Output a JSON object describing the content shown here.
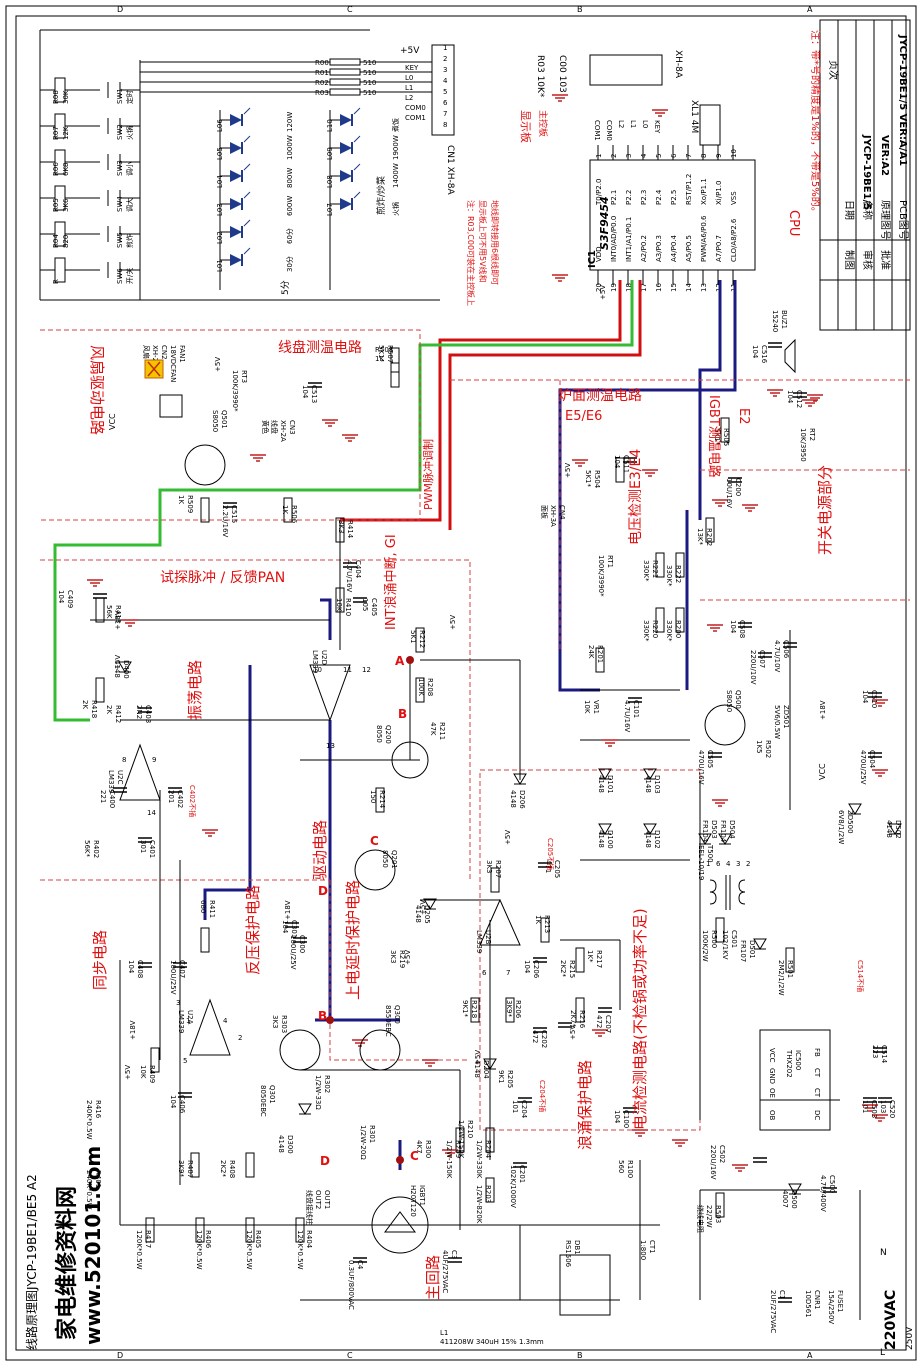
{
  "document": {
    "sheet_title": "线路原理图JYCP-19BE1/BE5  A2",
    "brand": "家电维修资料网",
    "website": "www.520101.com",
    "zones_top": [
      "D",
      "C",
      "B",
      "A"
    ],
    "zones_bottom": [
      "D",
      "C",
      "B",
      "A"
    ]
  },
  "title_block": {
    "note": "注：带*号的精度是1%的，不带是5%的。",
    "page_label": "页次",
    "date_label": "日期",
    "name_label": "名称",
    "name_value": "JYCP-19BE1/5",
    "schematic_no_label": "原理图号",
    "schematic_no_value": "VER:A2",
    "pcb_no_label": "PCB图号",
    "pcb_no_value": "JYCP-19BE1/5 VER:A/A1",
    "drawn_label": "制图",
    "checked_label": "审核",
    "approved_label": "批准"
  },
  "sections": {
    "fan": "风扇驱动电路",
    "coil_temp": "线盘测温电路",
    "hob_temp": "炉面测温电路",
    "hob_temp_sub": "E5/E6",
    "igbt_temp": "IGBT测温电路",
    "igbt_temp_sub": "E2",
    "voltage_detect": "电压检测E3/E4",
    "smps": "开关电源部分",
    "probe_pulse": "试探脉冲 / 反馈PAN",
    "pwm": "PWM脉冲调制",
    "int_surge": "INT浪涌中断, GI",
    "oscillator": "振荡电路",
    "sync": "同步电路",
    "driver": "驱动电路",
    "overvolt": "反压保护电路",
    "power_on_delay": "上电延时保护电路",
    "surge_protect": "浪涌保护电路",
    "current_detect": "电流检测电路(不检锅或功率不足)",
    "main_loop": "主回路",
    "cpu": "CPU",
    "display_board": "显示板",
    "main_board": "主控板"
  },
  "display": {
    "connector": "CN1 XH-8A",
    "connector_pins": [
      "1",
      "2",
      "3",
      "4",
      "5",
      "6",
      "7",
      "8"
    ],
    "connector_signals": [
      "KEY",
      "L0",
      "L1",
      "L2",
      "COM0",
      "COM1"
    ],
    "vcc": "+5V",
    "key_resistors": [
      {
        "ref": "R08",
        "value": "30K",
        "switch": "SW1",
        "label": "定时"
      },
      {
        "ref": "R07",
        "value": "12K",
        "switch": "SW2",
        "label": "火锅"
      },
      {
        "ref": "R06",
        "value": "6K8",
        "switch": "SW3",
        "label": "调小"
      },
      {
        "ref": "R05",
        "value": "3K6",
        "switch": "SW4",
        "label": "调大"
      },
      {
        "ref": "R04",
        "value": "820",
        "switch": "SW5",
        "label": "煎炸"
      },
      {
        "ref": "R",
        "value": "",
        "switch": "SW6",
        "label": "开/关"
      }
    ],
    "series_resistors": [
      {
        "ref": "R00",
        "value": "510"
      },
      {
        "ref": "R01",
        "value": "510"
      },
      {
        "ref": "R02",
        "value": "510"
      },
      {
        "ref": "R03",
        "value": "510"
      }
    ],
    "leds_a": [
      {
        "ref": "L06",
        "label": "120W"
      },
      {
        "ref": "L05",
        "label": "1000W"
      },
      {
        "ref": "L04",
        "label": "800W"
      },
      {
        "ref": "L03",
        "label": "600W"
      },
      {
        "ref": "L02",
        "label": "60分"
      },
      {
        "ref": "L01",
        "label": "30分"
      }
    ],
    "leds_b": [
      {
        "ref": "L10",
        "label": "煮饭"
      },
      {
        "ref": "L09",
        "label": "1900W"
      },
      {
        "ref": "L08",
        "label": "1400W"
      },
      {
        "ref": "L07",
        "label": "火锅"
      }
    ],
    "led_col_label_a": "5分",
    "led_col_label_b": "煎炸/炒菜",
    "notes": [
      "注：R03,C00可装在主控板上",
      "显示板上可不用5V线和",
      "地线即转接用6根线即可"
    ]
  },
  "cpu": {
    "ref": "IC1",
    "part": "S3F9454",
    "connector": "XH-8A",
    "crystal": "XL1 4M",
    "r03": "R03 10K*",
    "c00": "C00 103",
    "left_pins": [
      {
        "n": "20",
        "name": "VDD"
      },
      {
        "n": "19",
        "name": "INT0/AD/P0.0"
      },
      {
        "n": "18",
        "name": "INT1/A1/P0.1"
      },
      {
        "n": "17",
        "name": "A2/P0.2"
      },
      {
        "n": "16",
        "name": "A3/P0.3"
      },
      {
        "n": "15",
        "name": "A4/P0.4"
      },
      {
        "n": "14",
        "name": "A5/P0.5"
      },
      {
        "n": "13",
        "name": "PWM/A6/P0.6"
      },
      {
        "n": "12",
        "name": "A7/P0.7"
      },
      {
        "n": "11",
        "name": "CLO/A8/P2.6"
      }
    ],
    "right_pins": [
      {
        "n": "1",
        "name": "T0/P2.0"
      },
      {
        "n": "2",
        "name": "P2.1"
      },
      {
        "n": "3",
        "name": "P2.2"
      },
      {
        "n": "4",
        "name": "P2.3"
      },
      {
        "n": "5",
        "name": "P2.4"
      },
      {
        "n": "6",
        "name": "P2.5"
      },
      {
        "n": "7",
        "name": "RST/P1.2"
      },
      {
        "n": "8",
        "name": "Xo/P1.1"
      },
      {
        "n": "9",
        "name": "Xi/P1.0"
      },
      {
        "n": "10",
        "name": "VSS"
      }
    ],
    "header_signals": [
      "COM1",
      "COM0",
      "L2",
      "L1",
      "L0",
      "KEY"
    ]
  },
  "components": {
    "fan": [
      "FAN1",
      "18VDCFAN",
      "CN2",
      "XH-2A",
      "风扇"
    ],
    "q501": [
      "Q501",
      "S8050"
    ],
    "r509": [
      "R509",
      "1K"
    ],
    "c515": [
      "C515",
      "2.2U/16V"
    ],
    "r506": [
      "R506",
      "1K"
    ],
    "r507": [
      "R507",
      "5K1*"
    ],
    "r508": [
      "R508",
      "1K"
    ],
    "rt3": [
      "RT3",
      "100K/3990*"
    ],
    "c513": [
      "C513",
      "104"
    ],
    "cn3": [
      "CN3",
      "XH-2A",
      "线盘",
      "黄色"
    ],
    "c516": [
      "C516",
      "104"
    ],
    "buz1": [
      "BUZ1",
      "15240"
    ],
    "c512": [
      "C512",
      "104"
    ],
    "r505": [
      "R505",
      "5K1*"
    ],
    "rt2": [
      "RT2",
      "10K/3950"
    ],
    "cn4": [
      "CN4",
      "XH-3A",
      "面板"
    ],
    "r504": [
      "R504",
      "5K1*"
    ],
    "c511": [
      "C511",
      "104"
    ],
    "rt1": [
      "RT1",
      "100K/3990*"
    ],
    "r221": [
      "R221",
      "330K*"
    ],
    "r222": [
      "R222",
      "330K*"
    ],
    "r200": [
      "R200",
      "330K*"
    ],
    "r220": [
      "R220",
      "330K*"
    ],
    "r202": [
      "R202",
      "13K*"
    ],
    "c200": [
      "C200",
      "10U/16V"
    ],
    "r414": [
      "R414",
      "3K3"
    ],
    "c404": [
      "C404",
      "4.7U/16V"
    ],
    "r410": [
      "R410",
      "10K"
    ],
    "c405": [
      "C405",
      "105"
    ],
    "c409": [
      "C409",
      "104"
    ],
    "r413": [
      "R413",
      "56K"
    ],
    "d400": [
      "D400",
      "4148"
    ],
    "r418": [
      "R418",
      "2K"
    ],
    "r412": [
      "R412",
      "2K"
    ],
    "c403": [
      "C403",
      "2N2"
    ],
    "u2d": [
      "U2D",
      "LM339"
    ],
    "r212": [
      "R212",
      "5K1"
    ],
    "r208": [
      "R208",
      "100K"
    ],
    "q200": [
      "Q200",
      "8050"
    ],
    "r211": [
      "R211",
      "47K"
    ],
    "r214": [
      "R214",
      "150"
    ],
    "q201": [
      "Q201",
      "8050"
    ],
    "u2c": [
      "U2C",
      "LM339"
    ],
    "c400": [
      "C400",
      "221"
    ],
    "c402": [
      "C402",
      "201"
    ],
    "r402": [
      "R402",
      "56K*"
    ],
    "c401": [
      "C401",
      "301"
    ],
    "r411": [
      "R411",
      "680"
    ],
    "c407": [
      "C407",
      "100U/25V"
    ],
    "c408": [
      "C408",
      "104"
    ],
    "u2a": [
      "U2A",
      "LM339"
    ],
    "r409": [
      "R409",
      "10K"
    ],
    "c406": [
      "C406",
      "104"
    ],
    "r416": [
      "R416",
      "240K*0.5W"
    ],
    "r401": [
      "R401",
      "240K*0.5W"
    ],
    "r407": [
      "R407",
      "3K9*"
    ],
    "r408": [
      "R408",
      "2K2*"
    ],
    "c300": [
      "C300",
      "100U/25V"
    ],
    "c301": [
      "C301",
      "104"
    ],
    "r303": [
      "R303",
      "3K3"
    ],
    "q301": [
      "Q301",
      "8050EBC"
    ],
    "q300": [
      "Q300",
      "8550EBC"
    ],
    "r302": [
      "R302",
      "1/2W-33Ω"
    ],
    "d300": [
      "D300",
      "4148"
    ],
    "r301": [
      "R301",
      "1/2W-20Ω"
    ],
    "r300": [
      "R300",
      "4K7"
    ],
    "igbt": [
      "IGBT1",
      "H20T120"
    ],
    "c4": [
      "C4",
      "0.3UF/800VAC"
    ],
    "c3": [
      "C3",
      "4UF/275VAC"
    ],
    "d205": [
      "D205",
      "4148"
    ],
    "r219": [
      "R219",
      "3K3"
    ],
    "u2b": [
      "U2B",
      "LM339"
    ],
    "r207": [
      "R207",
      "3K3"
    ],
    "c205": [
      "C205",
      "471"
    ],
    "r213": [
      "R213",
      "1K"
    ],
    "c206": [
      "C206",
      "104"
    ],
    "r218": [
      "R218",
      "9K1*"
    ],
    "r206": [
      "R206",
      "3K9*"
    ],
    "c202": [
      "C202",
      "472"
    ],
    "d204": [
      "D204",
      "4148"
    ],
    "r205": [
      "R205",
      "9K1"
    ],
    "r215": [
      "R215",
      "2K2*"
    ],
    "r217": [
      "R217",
      "1K*"
    ],
    "c207": [
      "C207",
      "472"
    ],
    "r216": [
      "R216",
      "2K7*"
    ],
    "d206": [
      "D206",
      "4148"
    ],
    "vr1": [
      "VR1",
      "10K"
    ],
    "r201": [
      "R201",
      "24K"
    ],
    "c101": [
      "C101",
      "4.7U/16V"
    ],
    "d101": [
      "D101",
      "4148"
    ],
    "d103": [
      "D103",
      "4148"
    ],
    "d100": [
      "D100",
      "4148"
    ],
    "d102": [
      "D102",
      "4148"
    ],
    "r209": [
      "R209",
      "1/2W-150K"
    ],
    "r210": [
      "R210",
      "1/2W-150K"
    ],
    "r204": [
      "R204",
      "1/2W-330K"
    ],
    "r203": [
      "R203",
      "1/2W-820K"
    ],
    "c204": [
      "C204",
      "101"
    ],
    "c201": [
      "C201",
      "102K/1000V"
    ],
    "c100": [
      "C100",
      "104"
    ],
    "r100": [
      "R100",
      "560"
    ],
    "ct1": [
      "CT1",
      "1:800"
    ],
    "db1": [
      "DB1",
      "RS1506"
    ],
    "l1": [
      "L1",
      "411208W 340uH 15% 1.3mm"
    ],
    "fuse": [
      "FUSE1",
      "15A/250V"
    ],
    "cnr1": [
      "CNR1",
      "10D561"
    ],
    "c1": [
      "C1",
      "2UF/275VAC"
    ],
    "ac_in": [
      "220VAC",
      "L",
      "N",
      "250V"
    ],
    "coil_out": [
      "OUT1",
      "OUT2",
      "线盘接线柱"
    ],
    "r404": [
      "R404",
      "120K*0.5W"
    ],
    "r405": [
      "R405",
      "120K*0.5W"
    ],
    "r406": [
      "R406",
      "120K*0.5W"
    ],
    "r417": [
      "R417",
      "120K*0.5W"
    ],
    "t500": [
      "T500",
      "EEL-10/19"
    ],
    "d503": [
      "D503",
      "FR104"
    ],
    "d504": [
      "D504",
      "FR104"
    ],
    "r500": [
      "R500",
      "100K/2W"
    ],
    "c501": [
      "C501",
      "102/1KV"
    ],
    "d501": [
      "D501",
      "FR107"
    ],
    "r501": [
      "R501",
      "2M2/1/2W"
    ],
    "c514": [
      "C514",
      "223"
    ],
    "ic500": [
      "IC500",
      "THX202"
    ],
    "c502": [
      "C502",
      "220U/16V"
    ],
    "c503": [
      "C503",
      "101"
    ],
    "c520": [
      "C520",
      "103"
    ],
    "r503": [
      "R503",
      "22/2W",
      "绕线电阻"
    ],
    "d500": [
      "D500",
      "4007"
    ],
    "c500": [
      "C500",
      "4.7U/400V"
    ],
    "q500": [
      "Q500",
      "S8050"
    ],
    "r502": [
      "R502",
      "1K5"
    ],
    "zd501": [
      "ZD501",
      "5V6/0.5W"
    ],
    "c505": [
      "C505",
      "470U/16V"
    ],
    "c506": [
      "C506",
      "4.7U/10V"
    ],
    "c507": [
      "C507",
      "220U/10V"
    ],
    "c508": [
      "C508",
      "104"
    ],
    "c510": [
      "C510",
      "104"
    ],
    "c504": [
      "C504",
      "470U/25V"
    ],
    "zd500": [
      "ZD500",
      "6V8/1/2W"
    ],
    "d502": [
      "D502",
      "4148"
    ],
    "buz_note": "C205不插",
    "c402_note": "C402不插",
    "c514_note": "C514不插",
    "c204_note": "C204不插"
  },
  "nets": {
    "p5v": "+5V",
    "p18v": "+18V",
    "vcc": "VCC",
    "points": [
      "A",
      "B",
      "C",
      "D",
      "B",
      "D",
      "C"
    ],
    "lm_pins": [
      "10",
      "11",
      "13",
      "9",
      "8",
      "14",
      "6",
      "7",
      "1",
      "4",
      "5",
      "2",
      "3",
      "12"
    ],
    "t500_pins": [
      "1",
      "6",
      "4",
      "3",
      "2"
    ],
    "ic500_pins": [
      "VCC",
      "GND",
      "OE",
      "OB",
      "FB",
      "CT",
      "CT",
      "DC"
    ]
  }
}
